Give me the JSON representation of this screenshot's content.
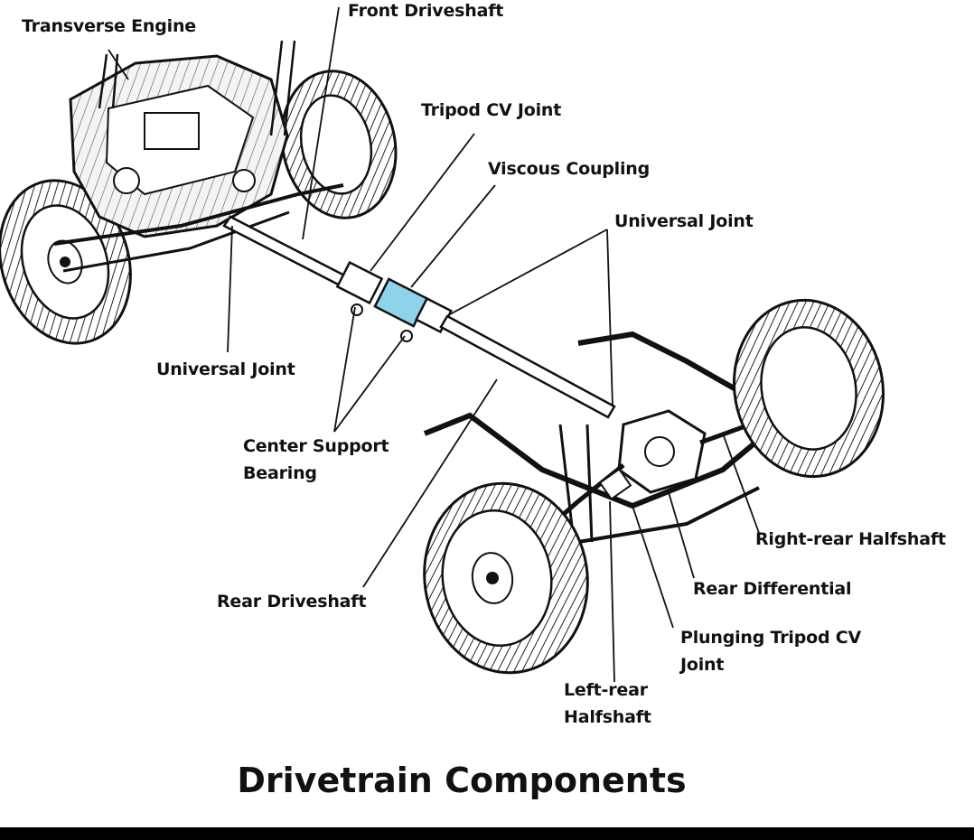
{
  "title": "Drivetrain Components",
  "labels": {
    "transverse_engine": "Transverse Engine",
    "front_driveshaft": "Front Driveshaft",
    "tripod_cv_joint": "Tripod CV Joint",
    "viscous_coupling": "Viscous Coupling",
    "universal_joint_right": "Universal Joint",
    "universal_joint_left": "Universal Joint",
    "center_support_bearing": "Center Support\nBearing",
    "rear_driveshaft": "Rear Driveshaft",
    "right_rear_halfshaft": "Right-rear Halfshaft",
    "rear_differential": "Rear Differential",
    "plunging_tripod_cv_joint": "Plunging Tripod CV\nJoint",
    "left_rear_halfshaft": "Left-rear\nHalfshaft"
  },
  "colors": {
    "ink": "#111111",
    "viscous_coupling_fill": "#8fd3ea",
    "background": "#ffffff",
    "bottom_bar": "#000000"
  }
}
